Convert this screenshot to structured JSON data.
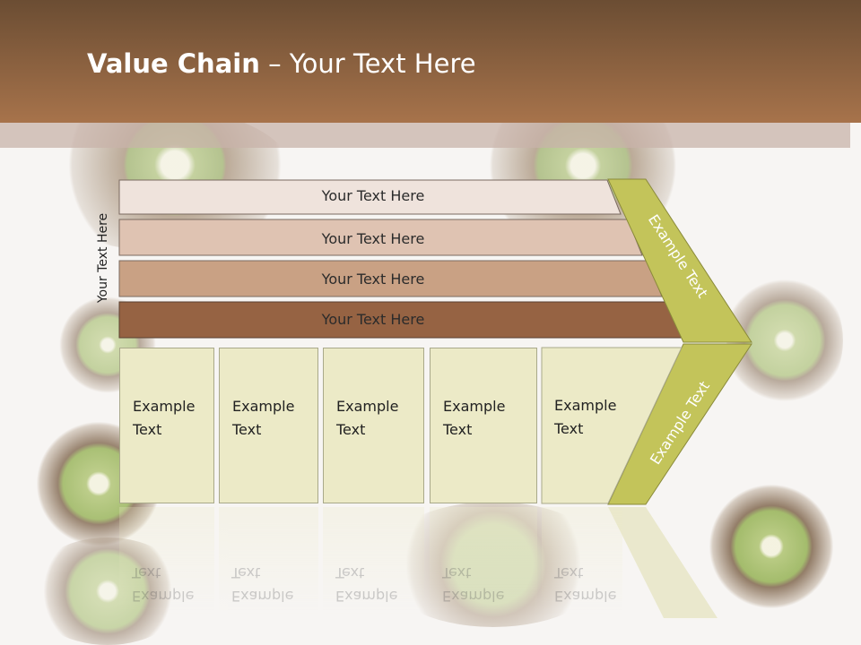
{
  "title": {
    "bold": "Value Chain",
    "rest": " – Your Text Here"
  },
  "side_label": "Your Text Here",
  "bars": [
    {
      "label": "Your Text Here",
      "color": "#efe3dc"
    },
    {
      "label": "Your Text Here",
      "color": "#dfc3b2"
    },
    {
      "label": "Your Text Here",
      "color": "#c9a184"
    },
    {
      "label": "Your Text Here",
      "color": "#966343"
    }
  ],
  "columns": [
    {
      "label": "Example\nText"
    },
    {
      "label": "Example\nText"
    },
    {
      "label": "Example\nText"
    },
    {
      "label": "Example\nText"
    },
    {
      "label": "Example\nText"
    }
  ],
  "arrow_labels": {
    "upper": "Example Text",
    "lower": "Example Text"
  },
  "colors": {
    "header": "#8b5e3c",
    "column_fill": "#eceac7",
    "chevron_fill": "#c3c45a"
  }
}
